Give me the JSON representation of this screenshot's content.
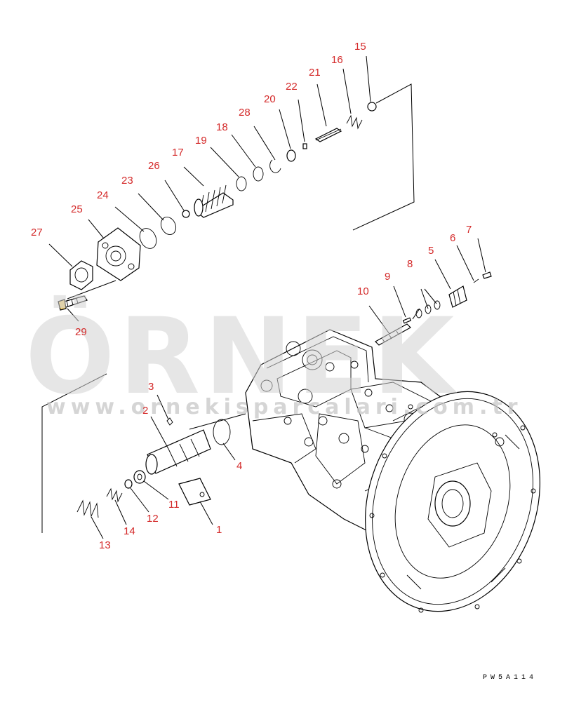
{
  "callouts": {
    "c1": "1",
    "c2": "2",
    "c3": "3",
    "c4": "4",
    "c5": "5",
    "c6": "6",
    "c7": "7",
    "c8": "8",
    "c9": "9",
    "c10": "10",
    "c11": "11",
    "c12": "12",
    "c13": "13",
    "c14": "14",
    "c15": "15",
    "c16": "16",
    "c17": "17",
    "c18": "18",
    "c19": "19",
    "c20": "20",
    "c21": "21",
    "c22": "22",
    "c23": "23",
    "c24": "24",
    "c25": "25",
    "c26": "26",
    "c27": "27",
    "c28": "28",
    "c29": "29"
  },
  "watermark": {
    "brand": "ÖRNEK",
    "url": "www.ornekisparcalari.com.tr"
  },
  "document_code": "PW5A114",
  "colors": {
    "callout": "#d42a2a",
    "line": "#000000",
    "watermark": "#d2d2d2"
  }
}
